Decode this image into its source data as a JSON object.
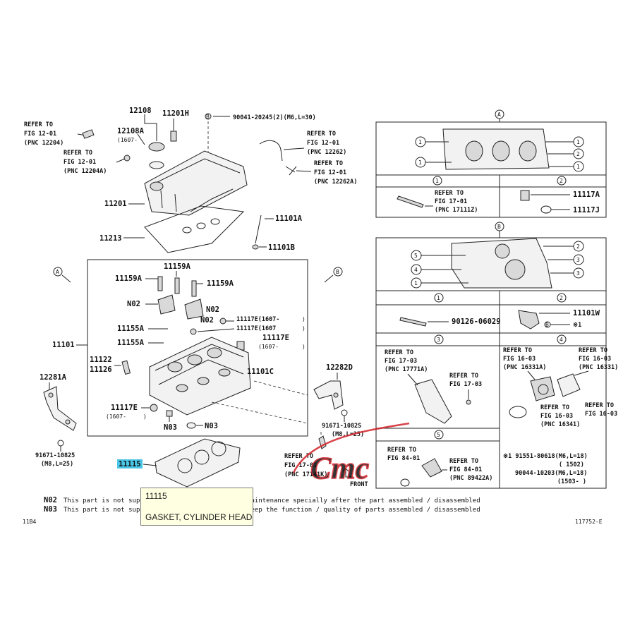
{
  "top_assembly": {
    "refer_12204_a": [
      "REFER TO",
      "FIG 12-01",
      "(PNC 12204)"
    ],
    "refer_12204_b": [
      "REFER TO",
      "FIG 12-01",
      "(PNC 12204A)"
    ],
    "p12108": "12108",
    "p12108A": "12108A",
    "p12108A_note": "(1607-",
    "p11201H": "11201H",
    "bolt_spec": "90041-20245(2)(M6,L=30)",
    "bolt_circle": "B",
    "refer_12262": [
      "REFER TO",
      "FIG 12-01",
      "(PNC 12262)"
    ],
    "refer_12262A": [
      "REFER TO",
      "FIG 12-01",
      "(PNC 12262A)"
    ],
    "p11201": "11201",
    "p11213": "11213",
    "p11101A": "11101A",
    "p11101B": "11101B",
    "callout_A": "A",
    "callout_B": "B",
    "p11159A_l": "11159A",
    "p11159A_t": "11159A",
    "p11159A_r": "11159A",
    "n02_l": "N02",
    "n02_r1": "N02",
    "n02_r2": "N02",
    "p11117E_1": "11117E(1607-",
    "p11117E_2": "11117E(1607",
    "p11117E_3": "11117E",
    "p11117E_3_note": "(1607-",
    "p11155A_1": "11155A",
    "p11155A_2": "11155A",
    "p11101": "11101",
    "p11122": "11122",
    "p11126": "11126",
    "p11101C": "11101C",
    "p12281A": "12281A",
    "p12282D": "12282D",
    "p11117E_b": "11117E",
    "p11117E_b_note": "(1607-",
    "n03_l": "N03",
    "n03_r": "N03",
    "bolt_91671_l": [
      "91671-10825",
      "(M8,L=25)"
    ],
    "bolt_91671_r": [
      "91671-1082S",
      "(M8,L=25)"
    ],
    "p11115": "11115",
    "refer_17141": [
      "REFER TO",
      "FIG 17-01",
      "(PNC 17141K)"
    ],
    "front_label": "FRONT"
  },
  "detail_A": {
    "title": "A",
    "cell1_head": "1",
    "cell1_refer": [
      "REFER TO",
      "FIG 17-01",
      "(PNC 17111Z)"
    ],
    "cell2_head": "2",
    "cell2_p1": "11117A",
    "cell2_p2": "11117J",
    "markers": [
      "1",
      "1",
      "2",
      "1",
      "1"
    ]
  },
  "detail_B": {
    "title": "B",
    "markers": [
      "5",
      "4",
      "1",
      "2",
      "3",
      "3"
    ],
    "cell1_head": "1",
    "cell1_part": "90126-06029",
    "cell2_head": "2",
    "cell2_part": "11101W",
    "cell2_mark": "※1",
    "cell2_circle": "B",
    "cell3_head": "3",
    "cell3_refer_a": [
      "REFER TO",
      "FIG 17-03",
      "(PNC 17771A)"
    ],
    "cell3_refer_b": [
      "REFER TO",
      "FIG 17-03"
    ],
    "cell4_head": "4",
    "cell4_refer_a": [
      "REFER TO",
      "FIG 16-03",
      "(PNC 16331A)"
    ],
    "cell4_refer_b": [
      "REFER TO",
      "FIG 16-03",
      "(PNC 16331)"
    ],
    "cell4_refer_c": [
      "REFER TO",
      "FIG 16-03",
      "(PNC 16341)"
    ],
    "cell4_refer_d": [
      "REFER TO",
      "FIG 16-03"
    ],
    "cell5_head": "5",
    "cell5_refer_a": [
      "REFER TO",
      "FIG 84-01"
    ],
    "cell5_refer_b": [
      "REFER TO",
      "FIG 84-01",
      "(PNC 89422A)"
    ],
    "legend": [
      "※1 91551-80618(M6,L=18)",
      "(       1502)",
      "90044-10203(M6,L=18)",
      "(1503-        )"
    ]
  },
  "notes": [
    {
      "code": "N02",
      "text": "This part is not sup                 because it is necessary to maintenance specially after the part assembled / disassembled"
    },
    {
      "code": "N03",
      "text": "This part is not sup                 because it is difficult to keep the function / quality of parts assembled / disassembled"
    }
  ],
  "footer_left": "11B4",
  "footer_right": "117752-E",
  "watermark": "Cmc",
  "tooltip": {
    "code": "11115",
    "name": "GASKET, CYLINDER HEAD"
  },
  "colors": {
    "highlight": "#49c6e5",
    "watermark": "#d2232a",
    "tooltip_bg": "#ffffe1"
  }
}
